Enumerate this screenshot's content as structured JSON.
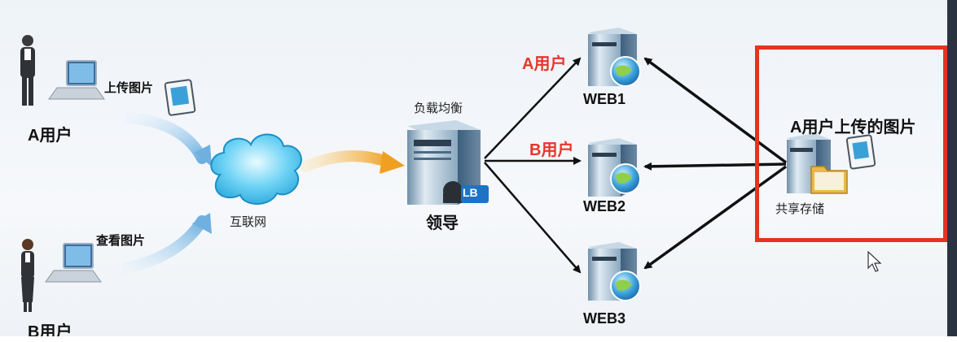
{
  "users": {
    "a": {
      "label": "A用户",
      "action": "上传图片"
    },
    "b": {
      "label": "B用户",
      "action": "查看图片"
    }
  },
  "internet": {
    "label": "互联网"
  },
  "load_balancer": {
    "title": "负载均衡",
    "badge": "LB",
    "label": "领导"
  },
  "web_servers": [
    {
      "name": "WEB1",
      "user_tag": "A用户"
    },
    {
      "name": "WEB2",
      "user_tag": "B用户"
    },
    {
      "name": "WEB3",
      "user_tag": ""
    }
  ],
  "shared_storage": {
    "title": "A用户上传的图片",
    "label": "共享存储"
  },
  "colors": {
    "highlight": "#e53222",
    "user_tag": "#e8352b",
    "arrow_orange": "#f0a020",
    "arrow_blue": "#7fb6e0"
  }
}
